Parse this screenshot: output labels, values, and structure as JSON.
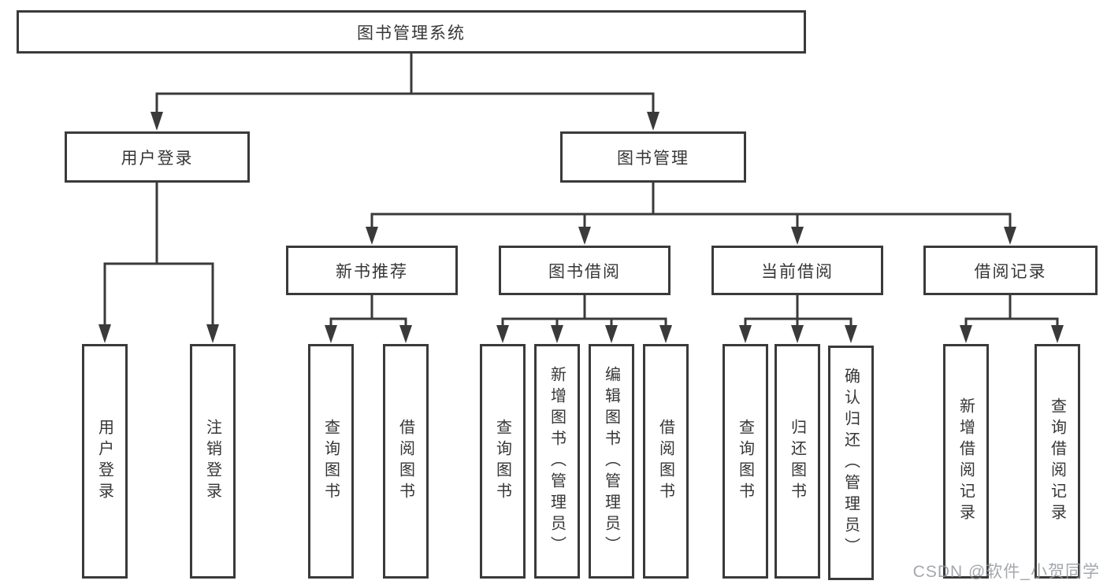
{
  "colors": {
    "line": "#3a3a3a",
    "border": "#3a3a3a",
    "text": "#363636",
    "node_background": "#ffffff",
    "page_background": "#ffffff",
    "watermark": "#94989e"
  },
  "tree": {
    "label": "图书管理系统",
    "children": [
      {
        "label": "用户登录",
        "children": [
          {
            "label": "用户登录"
          },
          {
            "label": "注销登录"
          }
        ]
      },
      {
        "label": "图书管理",
        "children": [
          {
            "label": "新书推荐",
            "children": [
              {
                "label": "查询图书"
              },
              {
                "label": "借阅图书"
              }
            ]
          },
          {
            "label": "图书借阅",
            "children": [
              {
                "label": "查询图书"
              },
              {
                "label": "新增图书（管理员）"
              },
              {
                "label": "编辑图书（管理员）"
              },
              {
                "label": "借阅图书"
              }
            ]
          },
          {
            "label": "当前借阅",
            "children": [
              {
                "label": "查询图书"
              },
              {
                "label": "归还图书"
              },
              {
                "label": "确认归还（管理员）"
              }
            ]
          },
          {
            "label": "借阅记录",
            "children": [
              {
                "label": "新增借阅记录"
              },
              {
                "label": "查询借阅记录"
              }
            ]
          }
        ]
      }
    ]
  },
  "watermark": {
    "text": "CSDN @软件_小贺同学"
  }
}
